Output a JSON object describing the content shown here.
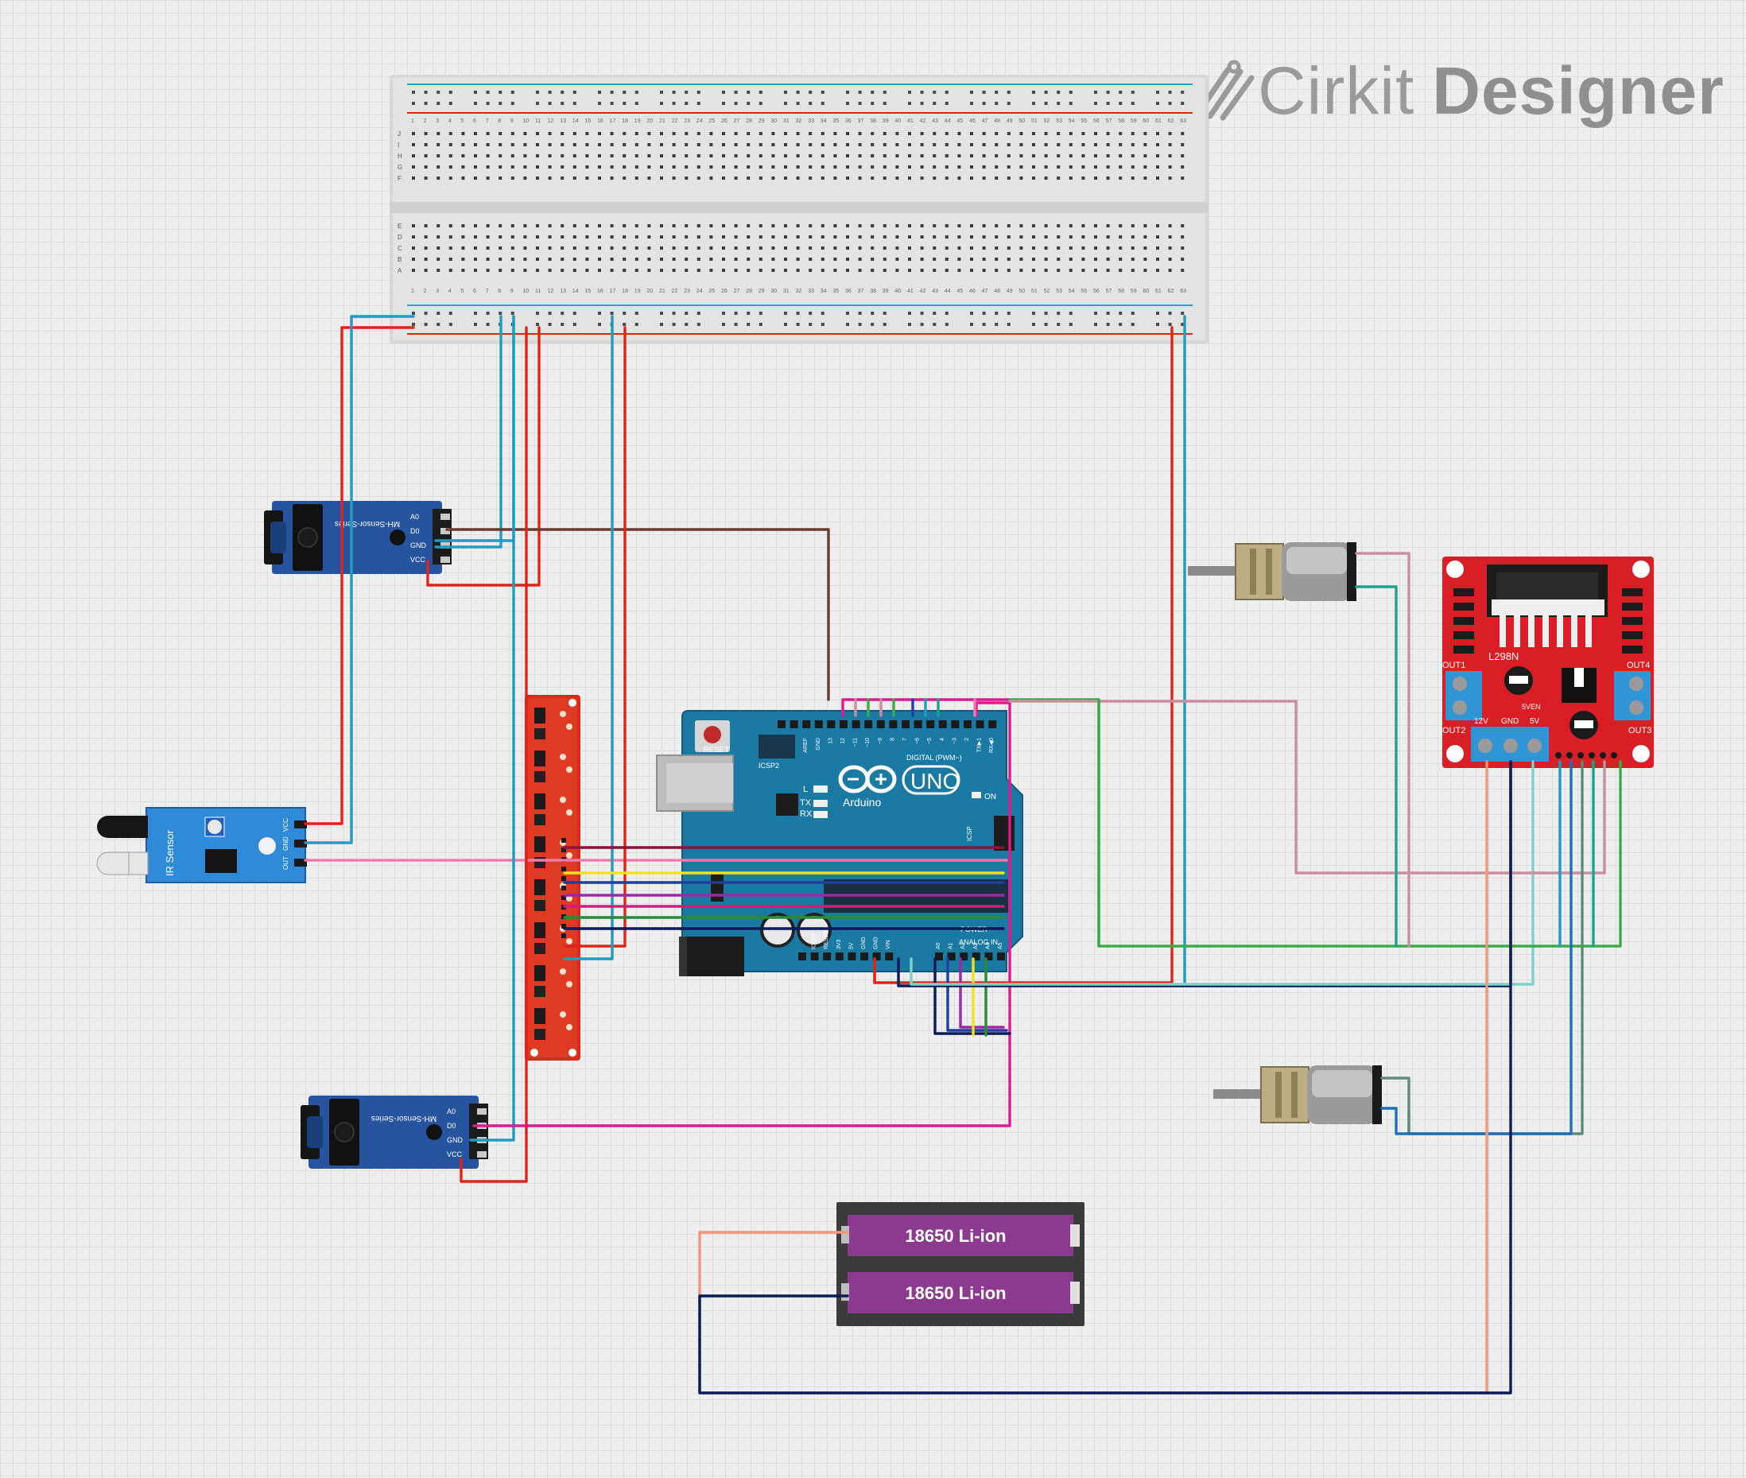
{
  "app": {
    "brand_light": "Cirkit",
    "brand_bold": "Designer"
  },
  "breadboard": {
    "row_letters_top": [
      "J",
      "I",
      "H",
      "G",
      "F"
    ],
    "row_letters_bottom": [
      "E",
      "D",
      "C",
      "B",
      "A"
    ],
    "columns": 63
  },
  "arduino": {
    "model": "UNO",
    "maker": "Arduino",
    "reset_label": "RESET",
    "icsp2_label": "ICSP2",
    "icsp_label": "ICSP",
    "aref": "AREF",
    "gnd": "GND",
    "digital_label": "DIGITAL (PWM~)",
    "digital_pins": [
      "13",
      "12",
      "~11",
      "~10",
      "~9",
      "8",
      "7",
      "~6",
      "~5",
      "4",
      "~3",
      "2",
      "TX▶1",
      "RX◀0"
    ],
    "led_labels": [
      "L",
      "TX",
      "RX",
      "ON"
    ],
    "power_label": "POWER",
    "power_pins": [
      "IOREF",
      "RESET",
      "3V3",
      "5V",
      "GND",
      "GND",
      "VIN"
    ],
    "analog_label": "ANALOG IN",
    "analog_pins": [
      "A0",
      "A1",
      "A2",
      "A3",
      "A4",
      "A5"
    ]
  },
  "sensor_ir": {
    "label": "IR Sensor",
    "pins": [
      "VCC",
      "GND",
      "OUT"
    ]
  },
  "sensor_mh_top": {
    "label": "MH-Sensor-Series",
    "pins": [
      "A0",
      "D0",
      "GND",
      "VCC"
    ]
  },
  "sensor_mh_bottom": {
    "label": "MH-Sensor-Series",
    "pins": [
      "A0",
      "D0",
      "GND",
      "VCC"
    ]
  },
  "driver": {
    "chip": "L298N",
    "out_labels": [
      "OUT1",
      "OUT2",
      "OUT3",
      "OUT4"
    ],
    "power_labels": [
      "12V",
      "GND",
      "5V"
    ],
    "enable_label": "5VEN"
  },
  "batteries": {
    "cells": [
      "18650 Li-ion",
      "18650 Li-ion"
    ]
  },
  "colors": {
    "wire_red": "#e2231a",
    "wire_blue": "#1f9cbf",
    "wire_brown": "#6d3a32",
    "wire_pink": "#ef7bac",
    "wire_magenta": "#e0198e",
    "wire_green": "#3ea94a",
    "wire_mauve": "#c98fa0",
    "wire_navy": "#0c1a57",
    "wire_salmon": "#f2967a",
    "wire_teal": "#1aa38a",
    "arduino_body": "#1b7aa3",
    "driver_red": "#d91f25",
    "sensor_blue": "#2c5fa6",
    "battery_purple": "#8a3a8f"
  }
}
